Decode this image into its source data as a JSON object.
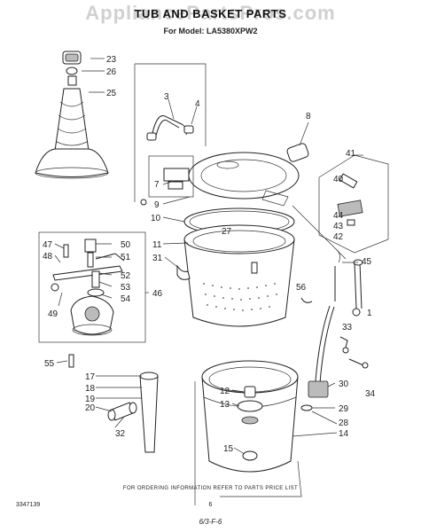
{
  "header": {
    "watermark": "AppliancePartsPros.com",
    "title": "TUB AND BASKET PARTS",
    "model": "For Model: LA5380XPW2"
  },
  "callouts": [
    "23",
    "26",
    "25",
    "3",
    "4",
    "8",
    "41",
    "40",
    "44",
    "43",
    "42",
    "7",
    "9",
    "10",
    "27",
    "11",
    "31",
    "47",
    "48",
    "50",
    "51",
    "52",
    "53",
    "54",
    "49",
    "46",
    "45",
    "1",
    "56",
    "55",
    "33",
    "17",
    "18",
    "19",
    "20",
    "32",
    "12",
    "13",
    "15",
    "30",
    "34",
    "29",
    "28",
    "14"
  ],
  "footer": {
    "note": "FOR ORDERING INFORMATION REFER TO PARTS PRICE LIST",
    "doc_number": "3347139",
    "page_number": "6",
    "date": "6/3-F-6"
  }
}
